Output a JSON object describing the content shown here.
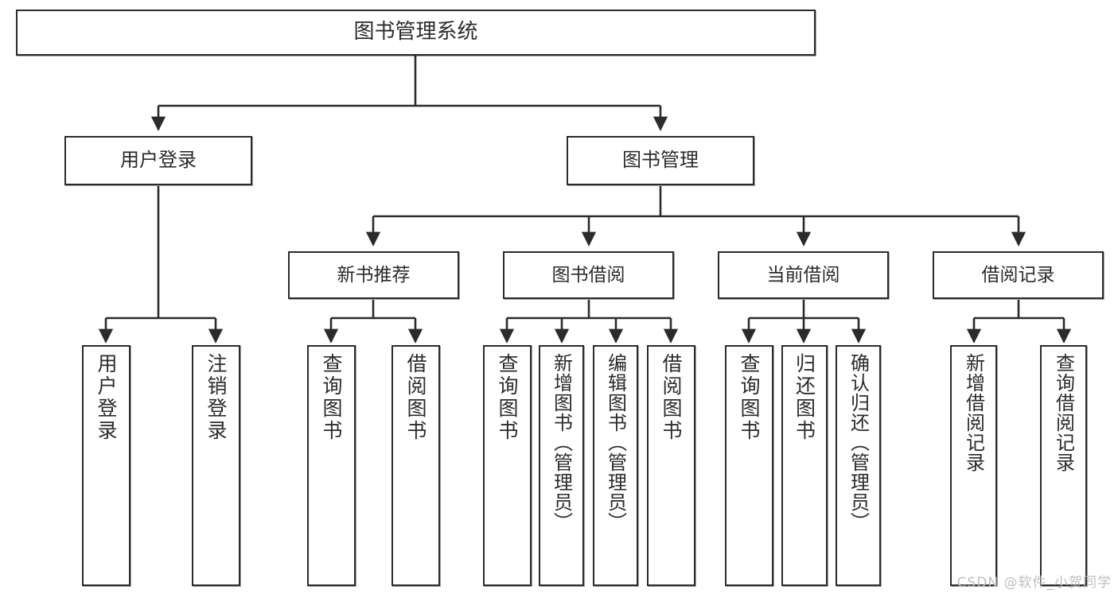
{
  "diagram": {
    "title": "图书管理系统",
    "type": "tree-hierarchy",
    "watermark": "CSDN @软件_小贺同学",
    "root": {
      "label": "图书管理系统"
    },
    "level1": [
      {
        "label": "用户登录"
      },
      {
        "label": "图书管理"
      }
    ],
    "level2": [
      {
        "label": "新书推荐"
      },
      {
        "label": "图书借阅"
      },
      {
        "label": "当前借阅"
      },
      {
        "label": "借阅记录"
      }
    ],
    "leaves": {
      "user_login": [
        {
          "label": "用户登录"
        },
        {
          "label": "注销登录"
        }
      ],
      "new_book_recommend": [
        {
          "label": "查询图书"
        },
        {
          "label": "借阅图书"
        }
      ],
      "book_borrow": [
        {
          "label": "查询图书"
        },
        {
          "label": "新增图书（管理员）"
        },
        {
          "label": "编辑图书（管理员）"
        },
        {
          "label": "借阅图书"
        }
      ],
      "current_borrow": [
        {
          "label": "查询图书"
        },
        {
          "label": "归还图书"
        },
        {
          "label": "确认归还（管理员）"
        }
      ],
      "borrow_record": [
        {
          "label": "新增借阅记录"
        },
        {
          "label": "查询借阅记录"
        }
      ]
    },
    "colors": {
      "stroke": "#2b2b2b",
      "fill": "#ffffff",
      "text": "#2b2b2b",
      "watermark": "#bfbfbf"
    }
  }
}
